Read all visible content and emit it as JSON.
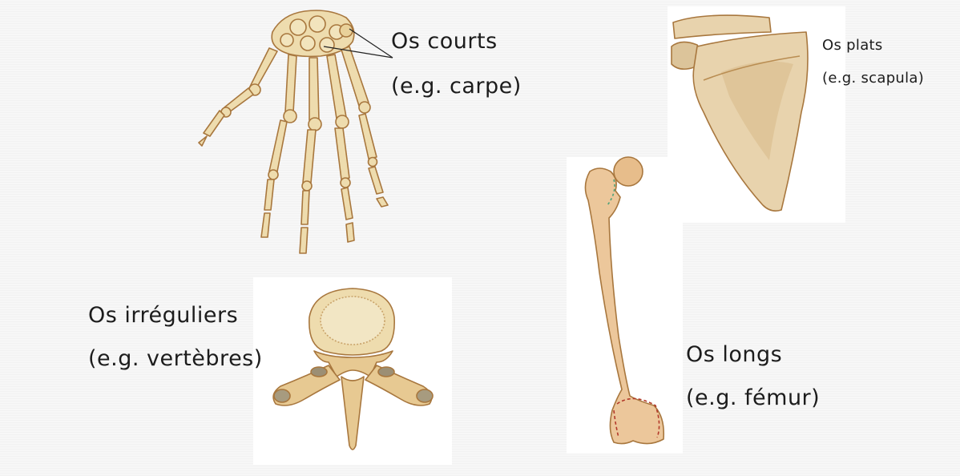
{
  "labels": {
    "short_bones": {
      "name": "Os courts",
      "example": "(e.g. carpe)"
    },
    "flat_bones": {
      "name": "Os plats",
      "example": "(e.g. scapula)"
    },
    "irregular_bones": {
      "name": "Os irréguliers",
      "example": "(e.g. vertèbres)"
    },
    "long_bones": {
      "name": "Os longs",
      "example": "(e.g. fémur)"
    }
  },
  "colors": {
    "bone_fill": "#eedcae",
    "bone_shadow": "#c99a5c",
    "bone_outline": "#a8773e",
    "femur_fill": "#ecc79b",
    "scapula_fill": "#e8d3ad",
    "background": "#f7f7f7"
  }
}
